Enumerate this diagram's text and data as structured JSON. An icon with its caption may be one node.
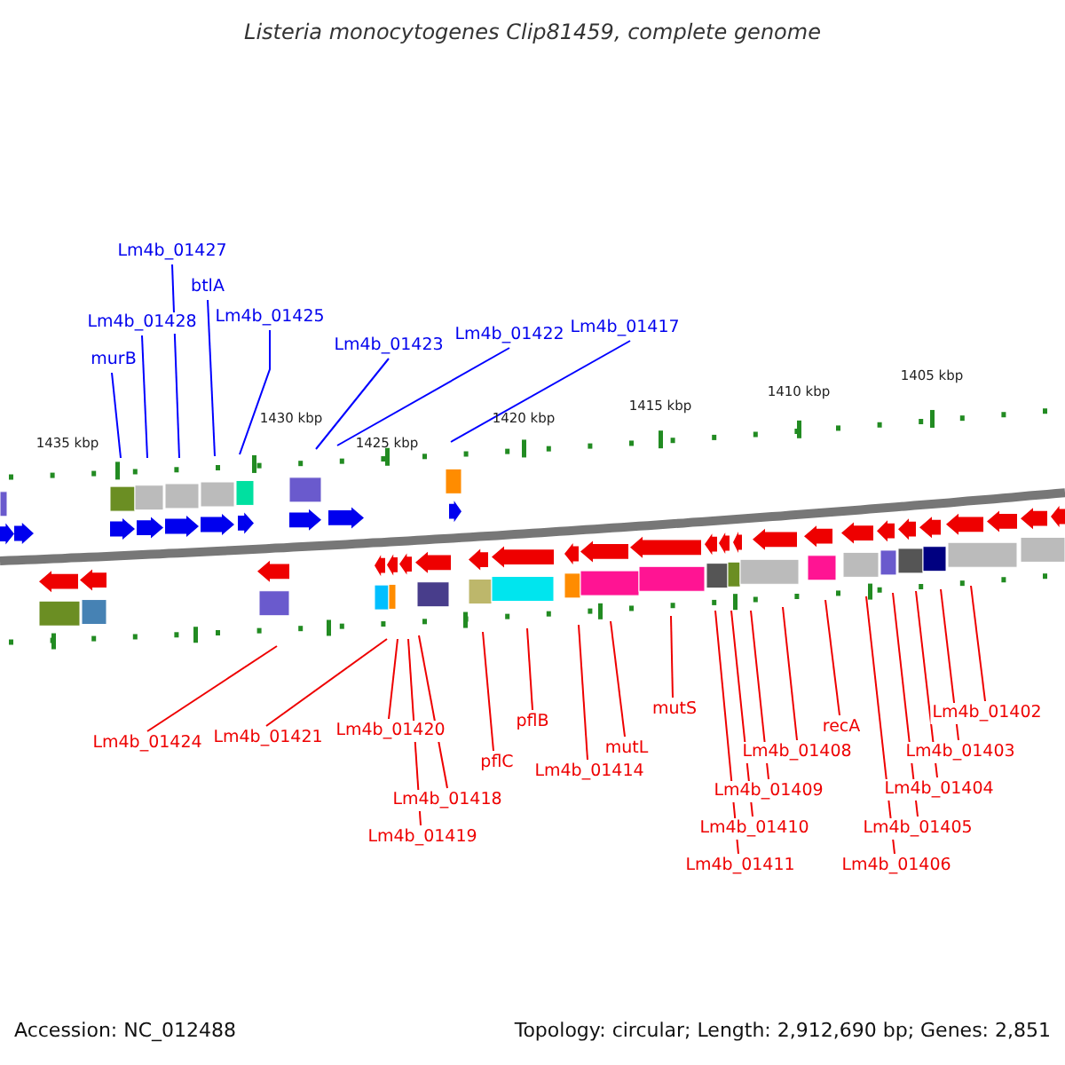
{
  "diagram": {
    "title": "Listeria monocytogenes Clip81459, complete genome",
    "nodes": [
      {
        "text": [
          "Lm4b_01427"
        ]
      },
      {
        "text": [
          "btlA"
        ]
      },
      {
        "text": [
          "Lm4b_01425"
        ]
      },
      {
        "text": [
          "Lm4b_01428"
        ]
      },
      {
        "text": [
          "Lm4b_01417"
        ]
      },
      {
        "text": [
          "Lm4b_01422"
        ]
      },
      {
        "text": [
          "Lm4b_01423"
        ]
      },
      {
        "text": [
          "murB"
        ]
      },
      {
        "text": [
          "mutS"
        ]
      },
      {
        "text": [
          "Lm4b_01402"
        ]
      },
      {
        "text": [
          "pflB"
        ]
      },
      {
        "text": [
          "recA"
        ]
      },
      {
        "text": [
          "Lm4b_01420"
        ]
      },
      {
        "text": [
          "Lm4b_01421"
        ]
      },
      {
        "text": [
          "Lm4b_01424"
        ]
      },
      {
        "text": [
          "mutL"
        ]
      },
      {
        "text": [
          "Lm4b_01408"
        ]
      },
      {
        "text": [
          "Lm4b_01403"
        ]
      },
      {
        "text": [
          "pflC"
        ]
      },
      {
        "text": [
          "Lm4b_01414"
        ]
      },
      {
        "text": [
          "Lm4b_01409"
        ]
      },
      {
        "text": [
          "Lm4b_01404"
        ]
      },
      {
        "text": [
          "Lm4b_01418"
        ]
      },
      {
        "text": [
          "Lm4b_01410"
        ]
      },
      {
        "text": [
          "Lm4b_01405"
        ]
      },
      {
        "text": [
          "Lm4b_01419"
        ]
      },
      {
        "text": [
          "Lm4b_01411"
        ]
      },
      {
        "text": [
          "Lm4b_01406"
        ]
      }
    ],
    "edges": [
      {
        "from": 0,
        "to": null,
        "arrow": "none",
        "color": "#0000ff"
      },
      {
        "from": 1,
        "to": null,
        "arrow": "none",
        "color": "#0000ff"
      },
      {
        "from": 2,
        "to": null,
        "arrow": "none",
        "color": "#0000ff"
      },
      {
        "from": 3,
        "to": null,
        "arrow": "none",
        "color": "#0000ff"
      },
      {
        "from": 4,
        "to": null,
        "arrow": "none",
        "color": "#0000ff"
      },
      {
        "from": 5,
        "to": null,
        "arrow": "none",
        "color": "#0000ff"
      },
      {
        "from": 6,
        "to": null,
        "arrow": "none",
        "color": "#0000ff"
      },
      {
        "from": 7,
        "to": null,
        "arrow": "none",
        "color": "#0000ff"
      },
      {
        "from": 8,
        "to": null,
        "arrow": "none"
      },
      {
        "from": 9,
        "to": null,
        "arrow": "none"
      },
      {
        "from": 10,
        "to": null,
        "arrow": "none"
      },
      {
        "from": 11,
        "to": null,
        "arrow": "none"
      },
      {
        "from": 12,
        "to": null,
        "arrow": "none"
      },
      {
        "from": 13,
        "to": null,
        "arrow": "none"
      },
      {
        "from": 14,
        "to": null,
        "arrow": "none"
      },
      {
        "from": 15,
        "to": null,
        "arrow": "none"
      },
      {
        "from": 16,
        "to": null,
        "arrow": "none"
      },
      {
        "from": 17,
        "to": null,
        "arrow": "none"
      },
      {
        "from": 18,
        "to": null,
        "arrow": "none"
      },
      {
        "from": 19,
        "to": null,
        "arrow": "none"
      },
      {
        "from": 20,
        "to": null,
        "arrow": "none"
      },
      {
        "from": 21,
        "to": null,
        "arrow": "none"
      },
      {
        "from": 22,
        "to": null,
        "arrow": "none"
      },
      {
        "from": 23,
        "to": null,
        "arrow": "none"
      },
      {
        "from": 24,
        "to": null,
        "arrow": "none"
      },
      {
        "from": 25,
        "to": null,
        "arrow": "none"
      },
      {
        "from": 26,
        "to": null,
        "arrow": "none"
      },
      {
        "from": 27,
        "to": null,
        "arrow": "none"
      }
    ],
    "labels": [
      "1405 kbp",
      "1410 kbp",
      "1415 kbp",
      "1420 kbp",
      "1425 kbp",
      "1430 kbp",
      "1435 kbp",
      "Accession: NC_012488",
      "Topology: circular; Length: 2,912,690 bp; Genes: 2,851"
    ]
  }
}
